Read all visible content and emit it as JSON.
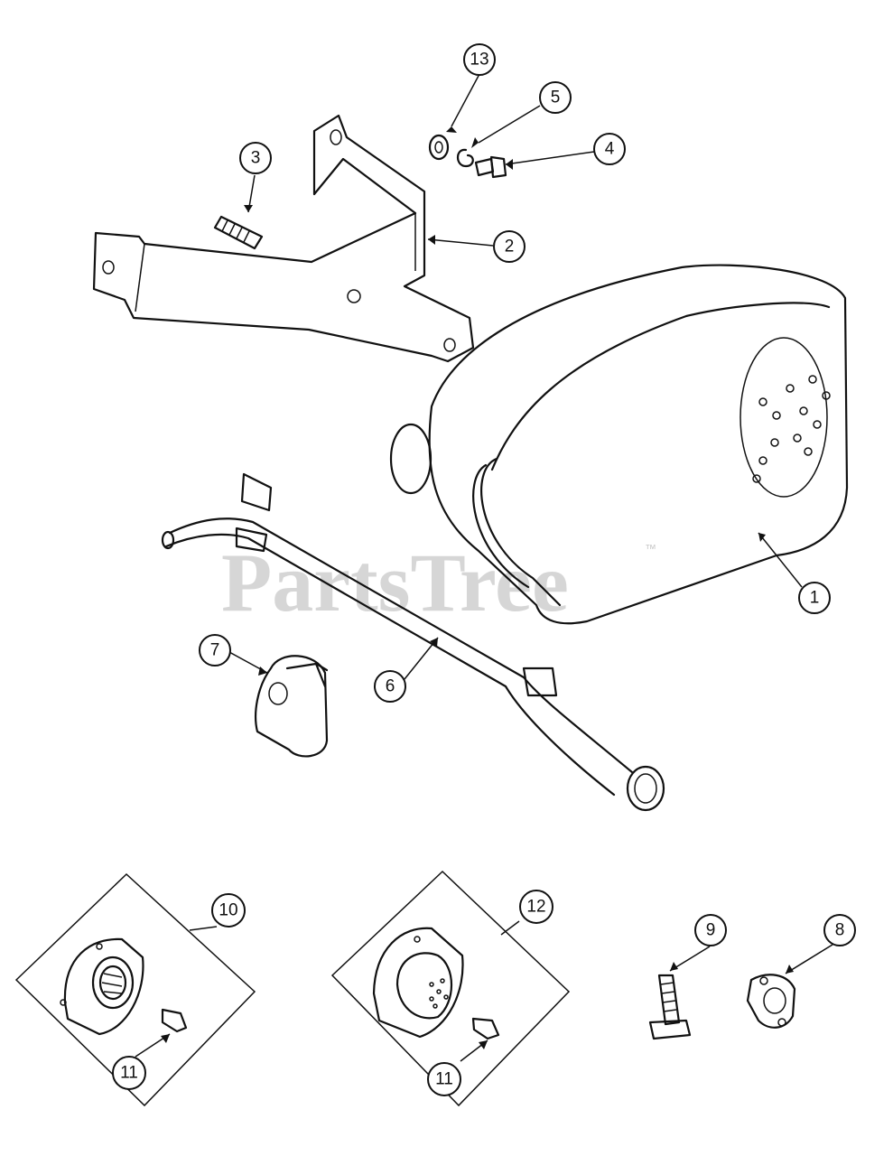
{
  "watermark": {
    "text": "PartsTree",
    "trademark": "™"
  },
  "callouts": [
    {
      "id": "c1",
      "label": "1"
    },
    {
      "id": "c2",
      "label": "2"
    },
    {
      "id": "c3",
      "label": "3"
    },
    {
      "id": "c4",
      "label": "4"
    },
    {
      "id": "c5",
      "label": "5"
    },
    {
      "id": "c6",
      "label": "6"
    },
    {
      "id": "c7",
      "label": "7"
    },
    {
      "id": "c8",
      "label": "8"
    },
    {
      "id": "c9",
      "label": "9"
    },
    {
      "id": "c10",
      "label": "10"
    },
    {
      "id": "c11a",
      "label": "11"
    },
    {
      "id": "c11b",
      "label": "11"
    },
    {
      "id": "c12",
      "label": "12"
    },
    {
      "id": "c13",
      "label": "13"
    }
  ]
}
